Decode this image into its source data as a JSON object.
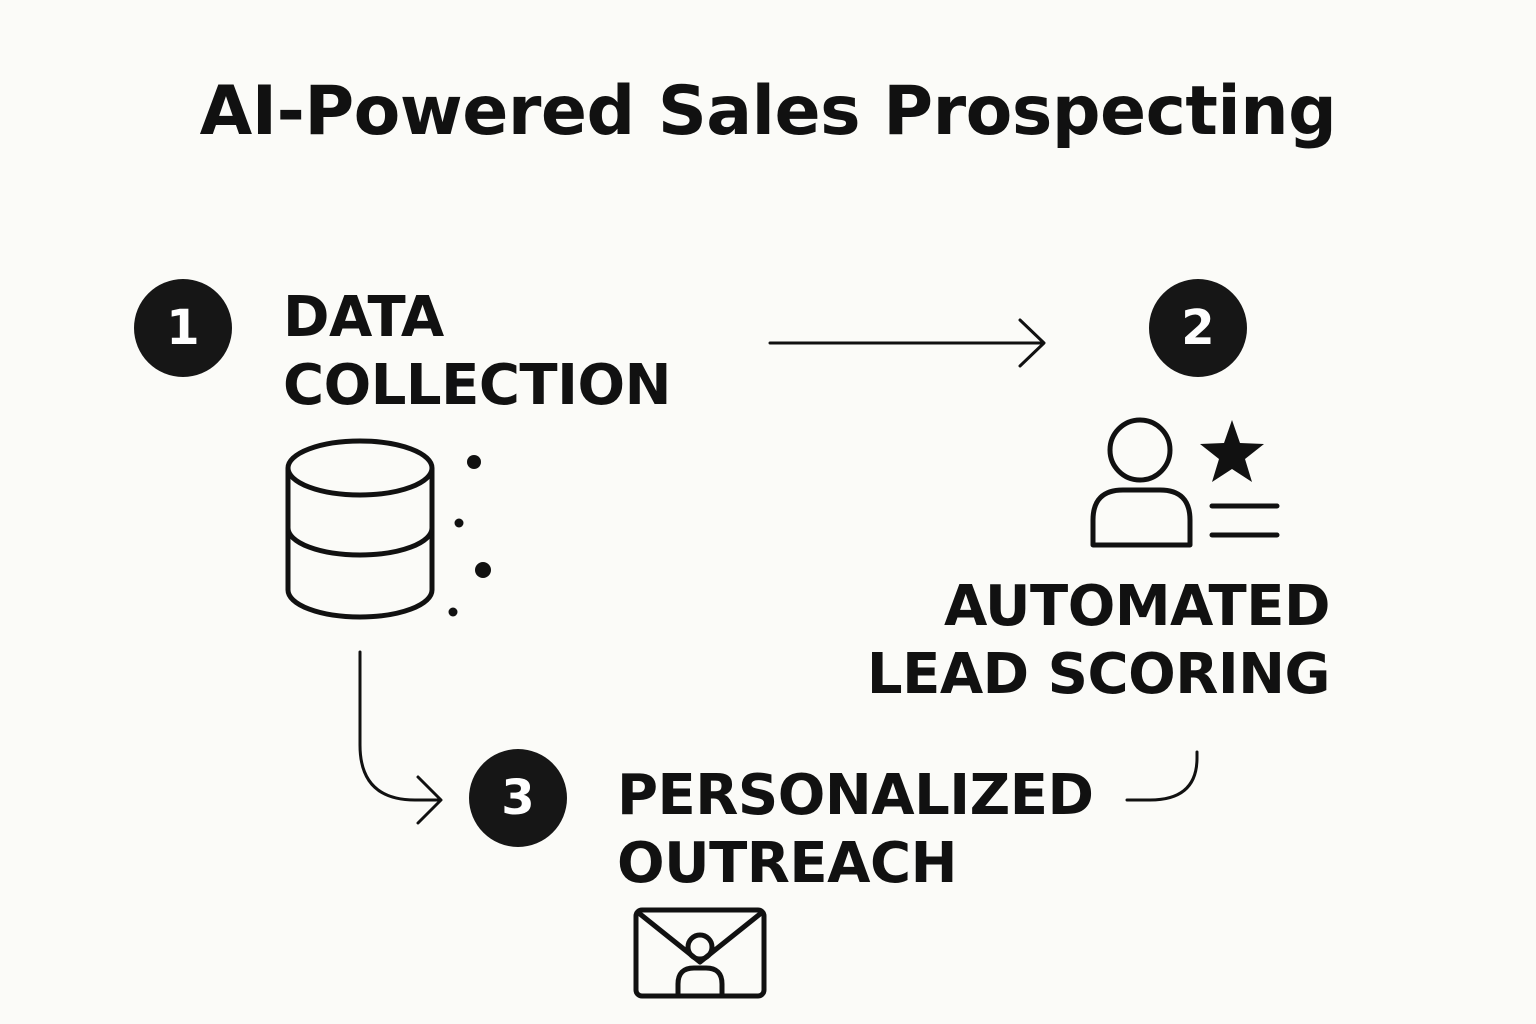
{
  "title": "AI-Powered Sales Prospecting",
  "steps": [
    {
      "number": "1",
      "label_lines": [
        "DATA",
        "COLLECTION"
      ],
      "icon": "database-icon"
    },
    {
      "number": "2",
      "label_lines": [
        "AUTOMATED",
        "LEAD SCORING"
      ],
      "icon": "user-star-icon"
    },
    {
      "number": "3",
      "label_lines": [
        "PERSONALIZED",
        "OUTREACH"
      ],
      "icon": "envelope-user-icon"
    }
  ],
  "colors": {
    "background": "#fbfbf8",
    "ink": "#111111",
    "badge": "#161616"
  }
}
